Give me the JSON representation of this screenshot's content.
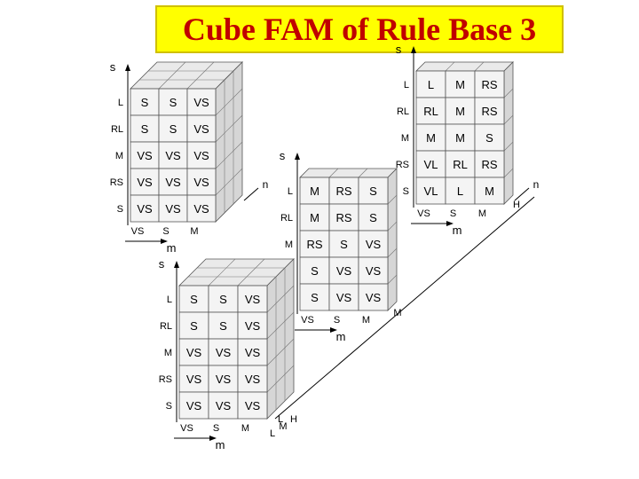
{
  "title": "Cube FAM of Rule Base 3",
  "axis_labels": {
    "s": "s",
    "m": "m",
    "n": "n"
  },
  "s_levels": [
    "L",
    "RL",
    "M",
    "RS",
    "S"
  ],
  "m_levels": [
    "VS",
    "S",
    "M"
  ],
  "n_levels": [
    "L",
    "M",
    "H"
  ],
  "connector_labels": [
    "L",
    "M",
    "H"
  ],
  "cubes": [
    {
      "id": "cube-n-L",
      "depth_labels": [],
      "rows": [
        [
          "S",
          "S",
          "VS"
        ],
        [
          "S",
          "S",
          "VS"
        ],
        [
          "VS",
          "VS",
          "VS"
        ],
        [
          "VS",
          "VS",
          "VS"
        ],
        [
          "VS",
          "VS",
          "VS"
        ]
      ]
    },
    {
      "id": "cube-n-M",
      "depth_labels": [],
      "rows": [
        [
          "M",
          "RS",
          "S"
        ],
        [
          "M",
          "RS",
          "S"
        ],
        [
          "RS",
          "S",
          "VS"
        ],
        [
          "S",
          "VS",
          "VS"
        ],
        [
          "S",
          "VS",
          "VS"
        ]
      ]
    },
    {
      "id": "cube-n-H",
      "depth_labels": [],
      "rows": [
        [
          "L",
          "M",
          "RS"
        ],
        [
          "RL",
          "M",
          "RS"
        ],
        [
          "M",
          "M",
          "S"
        ],
        [
          "VL",
          "RL",
          "RS"
        ],
        [
          "VL",
          "L",
          "M"
        ]
      ]
    },
    {
      "id": "cube-full",
      "depth_labels": [
        "L",
        "M",
        "H"
      ],
      "rows": [
        [
          "S",
          "S",
          "VS"
        ],
        [
          "S",
          "S",
          "VS"
        ],
        [
          "VS",
          "VS",
          "VS"
        ],
        [
          "VS",
          "VS",
          "VS"
        ],
        [
          "VS",
          "VS",
          "VS"
        ]
      ]
    }
  ]
}
